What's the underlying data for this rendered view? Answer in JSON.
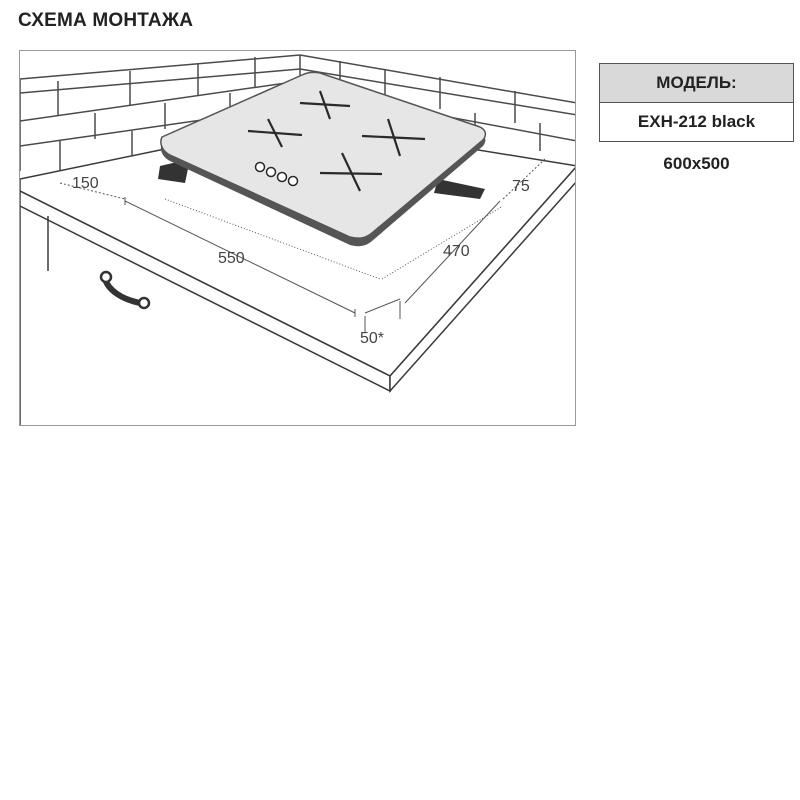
{
  "page": {
    "title": "СХЕМА МОНТАЖА"
  },
  "diagram": {
    "dimensions": {
      "left_margin": "150",
      "cutout_width": "550",
      "cutout_depth": "470",
      "back_margin": "75",
      "front_margin": "50*"
    },
    "colors": {
      "line": "#3a3a3a",
      "hob_fill": "#e6e6e6",
      "hob_edge": "#555555",
      "mount_bracket": "#333333"
    },
    "icons": {
      "burner": "cross-burner-icon",
      "control_knob": "knob-circle-icon",
      "handle": "cabinet-handle-icon"
    }
  },
  "model_info": {
    "header": "МОДЕЛЬ:",
    "name": "EXH-212 black",
    "size": "600x500"
  }
}
